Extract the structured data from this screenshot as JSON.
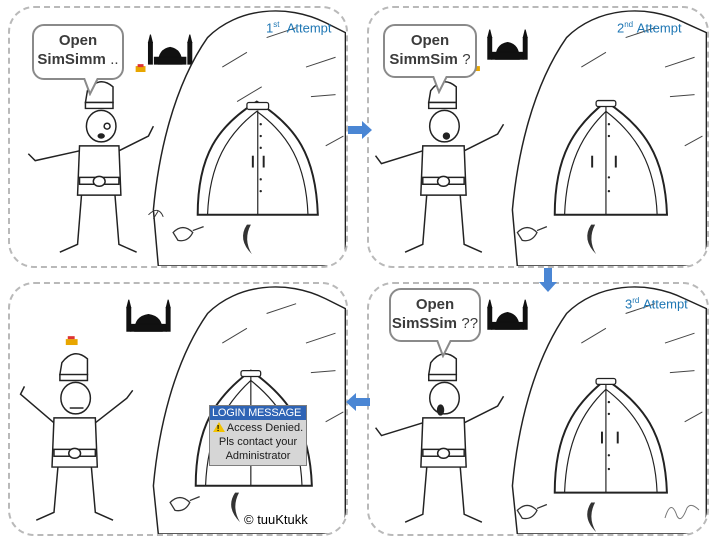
{
  "panels": [
    {
      "attempt_number": "1",
      "attempt_suffix": "st",
      "attempt_label": "Attempt",
      "bubble_line1": "Open",
      "bubble_line2": "SimSimm",
      "bubble_suffix": ".."
    },
    {
      "attempt_number": "2",
      "attempt_suffix": "nd",
      "attempt_label": "Attempt",
      "bubble_line1": "Open",
      "bubble_line2": "SimmSim",
      "bubble_suffix": "?"
    },
    {
      "attempt_number": "3",
      "attempt_suffix": "rd",
      "attempt_label": "Attempt",
      "bubble_line1": "Open",
      "bubble_line2": "SimSSim",
      "bubble_suffix": "??"
    }
  ],
  "login_message": {
    "title": "LOGIN MESSAGE",
    "line1": "Access Denied.",
    "line2": "Pls contact your",
    "line3": "Administrator"
  },
  "copyright": "© tuuKtukk",
  "colors": {
    "accent": "#1f77b4",
    "arrow": "#4a86d4",
    "dialog_title": "#2f64b5"
  }
}
